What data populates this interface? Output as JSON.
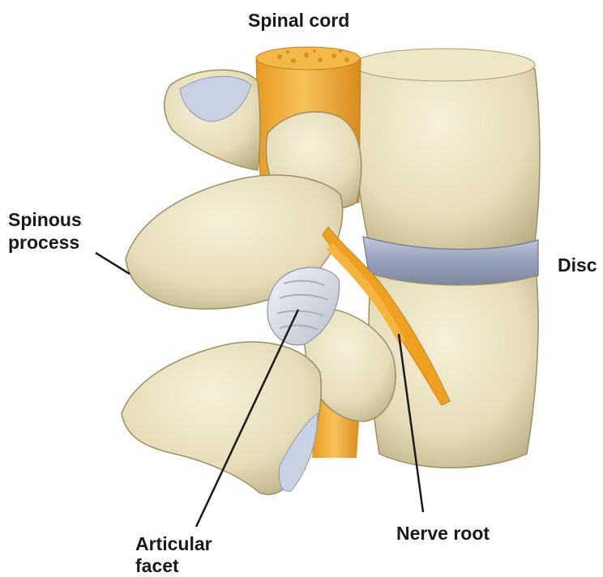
{
  "labels": {
    "spinal_cord": "Spinal cord",
    "spinous_process_line1": "Spinous",
    "spinous_process_line2": "process",
    "disc": "Disc",
    "nerve_root": "Nerve root",
    "articular_facet_line1": "Articular",
    "articular_facet_line2": "facet"
  },
  "colors": {
    "bone": "#e8dfbf",
    "bone_shadow": "#b9ad84",
    "bone_highlight": "#f6f0da",
    "spinal_cord": "#f0a830",
    "spinal_cord_dark": "#d88a1c",
    "nerve": "#f0a020",
    "disc": "#9aa4bd",
    "cartilage": "#c9d2e2",
    "leader_line": "#1a1a1a"
  }
}
